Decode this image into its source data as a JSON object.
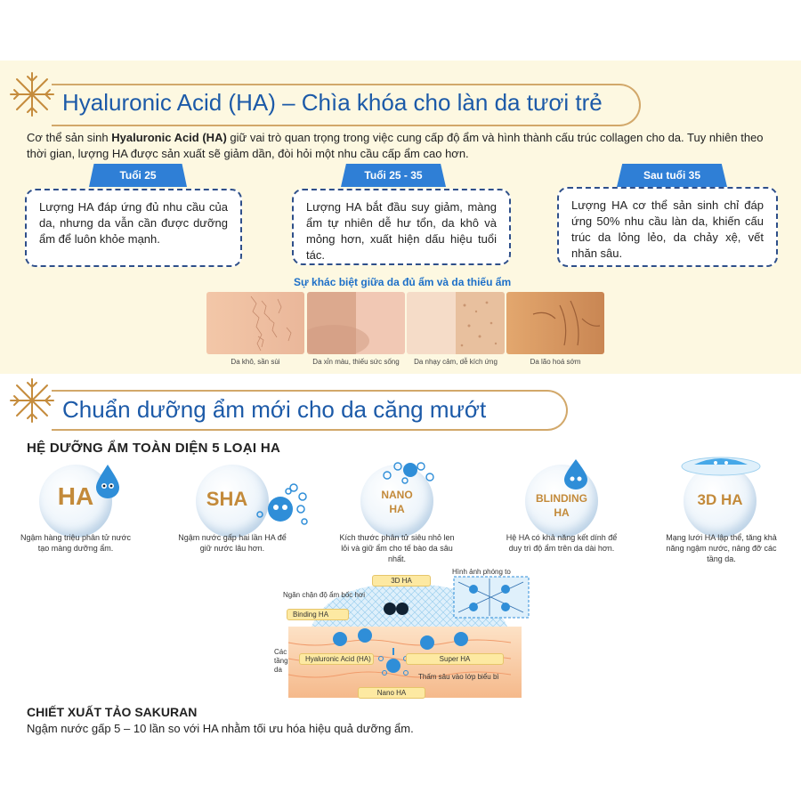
{
  "section1": {
    "title": "Hyaluronic Acid (HA) – Chìa khóa cho làn da tươi trẻ",
    "intro_a": "Cơ thể sản sinh ",
    "intro_bold": "Hyaluronic Acid (HA)",
    "intro_b": " giữ vai trò quan trọng trong việc cung cấp độ ẩm và hình thành cấu trúc collagen cho da. Tuy nhiên theo thời gian, lượng HA được sản xuất sẽ giảm dần, đòi hỏi một nhu cầu cấp ẩm cao hơn.",
    "ages": [
      {
        "label": "Tuổi 25",
        "text": "Lượng HA đáp ứng đủ nhu cầu của da, nhưng da vẫn cần được dưỡng ẩm để luôn khỏe mạnh."
      },
      {
        "label": "Tuổi 25 - 35",
        "text": "Lượng HA bắt đầu suy giảm, màng ẩm tự nhiên dễ hư tổn, da khô và mỏng hơn, xuất hiện dấu hiệu tuổi tác."
      },
      {
        "label": "Sau tuổi 35",
        "text": "Lượng HA cơ thể sản sinh chỉ đáp ứng 50% nhu cầu làn da, khiến cấu trúc da lỏng lẻo, da chảy xệ, vết nhăn sâu."
      }
    ],
    "diff_title": "Sự khác biệt giữa da đủ ẩm và da thiếu ẩm",
    "skin_captions": [
      "Da khô, sần sùi",
      "Da xỉn màu, thiếu sức sống",
      "Da nhạy cảm, dễ kích ứng",
      "Da lão hoá sớm"
    ]
  },
  "section2": {
    "title": "Chuẩn dưỡng ẩm mới cho da căng mướt",
    "subtitle": "HỆ DƯỠNG ẨM TOÀN DIỆN 5 LOẠI HA",
    "types": [
      {
        "label": "HA",
        "desc": "Ngậm hàng triệu phân tử nước tạo màng dưỡng ẩm."
      },
      {
        "label": "SHA",
        "desc": "Ngậm nước gấp hai lần HA để giữ nước lâu hơn."
      },
      {
        "label_1": "NANO",
        "label_2": "HA",
        "desc": "Kích thước phân tử siêu nhỏ len lỏi và giữ ẩm cho tế bào da sâu nhất."
      },
      {
        "label_1": "BLINDING",
        "label_2": "HA",
        "desc": "Hệ HA có khả năng kết dính để duy trì độ ẩm trên da dài hơn."
      },
      {
        "label": "3D HA",
        "desc": "Mạng lưới HA lập thể, tăng khả năng ngậm nước, nâng đỡ các tầng da."
      }
    ],
    "diagram": {
      "zoom_label": "Hình ảnh phóng to",
      "evap_label": "Ngăn chặn độ ẩm bốc hơi",
      "tag_3dha": "3D HA",
      "tag_binding": "Binding HA",
      "tag_ha": "Hyaluronic Acid (HA)",
      "tag_super": "Super HA",
      "tag_nano": "Nano HA",
      "layers_1": "Các",
      "layers_2": "tầng",
      "layers_3": "da",
      "deep_label": "Thấm sâu vào lớp biểu bì"
    },
    "extract_title": "CHIẾT XUẤT TẢO SAKURAN",
    "extract_text": "Ngậm nước gấp 5 – 10 lần so với HA nhằm tối ưu hóa hiệu quả dưỡng ẩm."
  },
  "colors": {
    "accent_blue": "#1c5aa8",
    "tab_blue": "#2f7fd6",
    "gold": "#c38a3a",
    "band": "#fdf8e1"
  }
}
